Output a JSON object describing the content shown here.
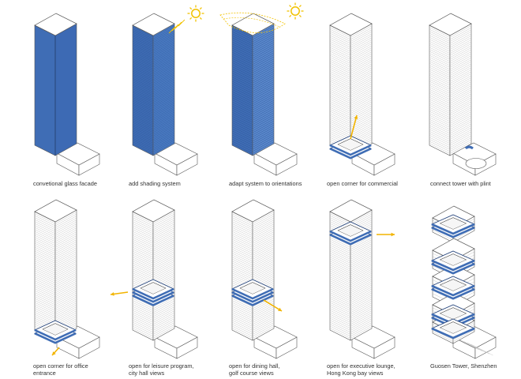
{
  "colors": {
    "accent": "#3f6db5",
    "accent_dark": "#1f3f78",
    "sun": "#f2c200",
    "arrow": "#f2b400",
    "line": "#8c8c8c",
    "line_dark": "#555555"
  },
  "steps": [
    {
      "id": "s1",
      "caption": [
        "convetional glass facade"
      ]
    },
    {
      "id": "s2",
      "caption": [
        "add shading system"
      ]
    },
    {
      "id": "s3",
      "caption": [
        "adapt system to orientations"
      ]
    },
    {
      "id": "s4",
      "caption": [
        "open corner for commercial"
      ]
    },
    {
      "id": "s5",
      "caption": [
        "connect tower with plint"
      ]
    },
    {
      "id": "s6",
      "caption": [
        "open corner for office",
        "entrance"
      ]
    },
    {
      "id": "s7",
      "caption": [
        "open for leisure program,",
        "city hall views"
      ]
    },
    {
      "id": "s8",
      "caption": [
        "open for dining hall,",
        "golf course views"
      ]
    },
    {
      "id": "s9",
      "caption": [
        "open for executive lounge,",
        "Hong Kong bay views"
      ]
    },
    {
      "id": "s10",
      "caption": [
        "Guosen Tower, Shenzhen"
      ]
    }
  ]
}
